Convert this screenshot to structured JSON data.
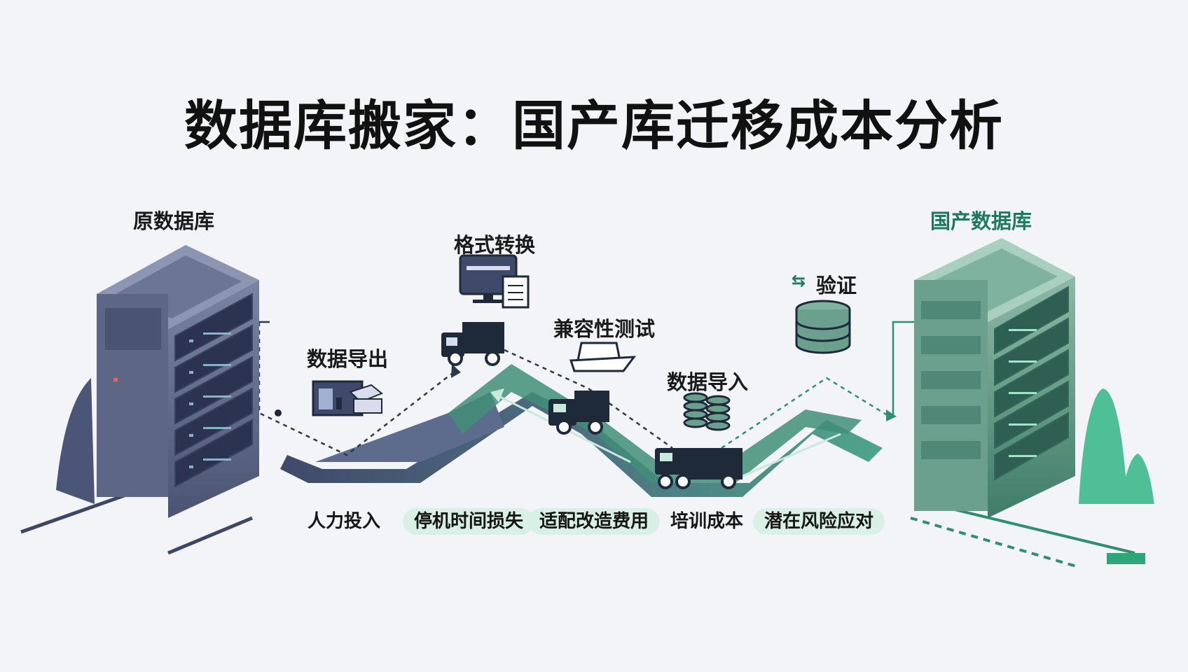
{
  "title": "数据库搬家：国产库迁移成本分析",
  "source_label": "原数据库",
  "target_label": "国产数据库",
  "steps": {
    "export": "数据导出",
    "convert": "格式转换",
    "test": "兼容性测试",
    "import": "数据导入",
    "verify": "验证"
  },
  "costs": [
    "人力投入",
    "停机时间损失",
    "适配改造费用",
    "培训成本",
    "潜在风险应对"
  ],
  "colors": {
    "source": "#5d6785",
    "target": "#4a9a80",
    "accent": "#1f7a5c",
    "pill": "#d9f0e6"
  }
}
